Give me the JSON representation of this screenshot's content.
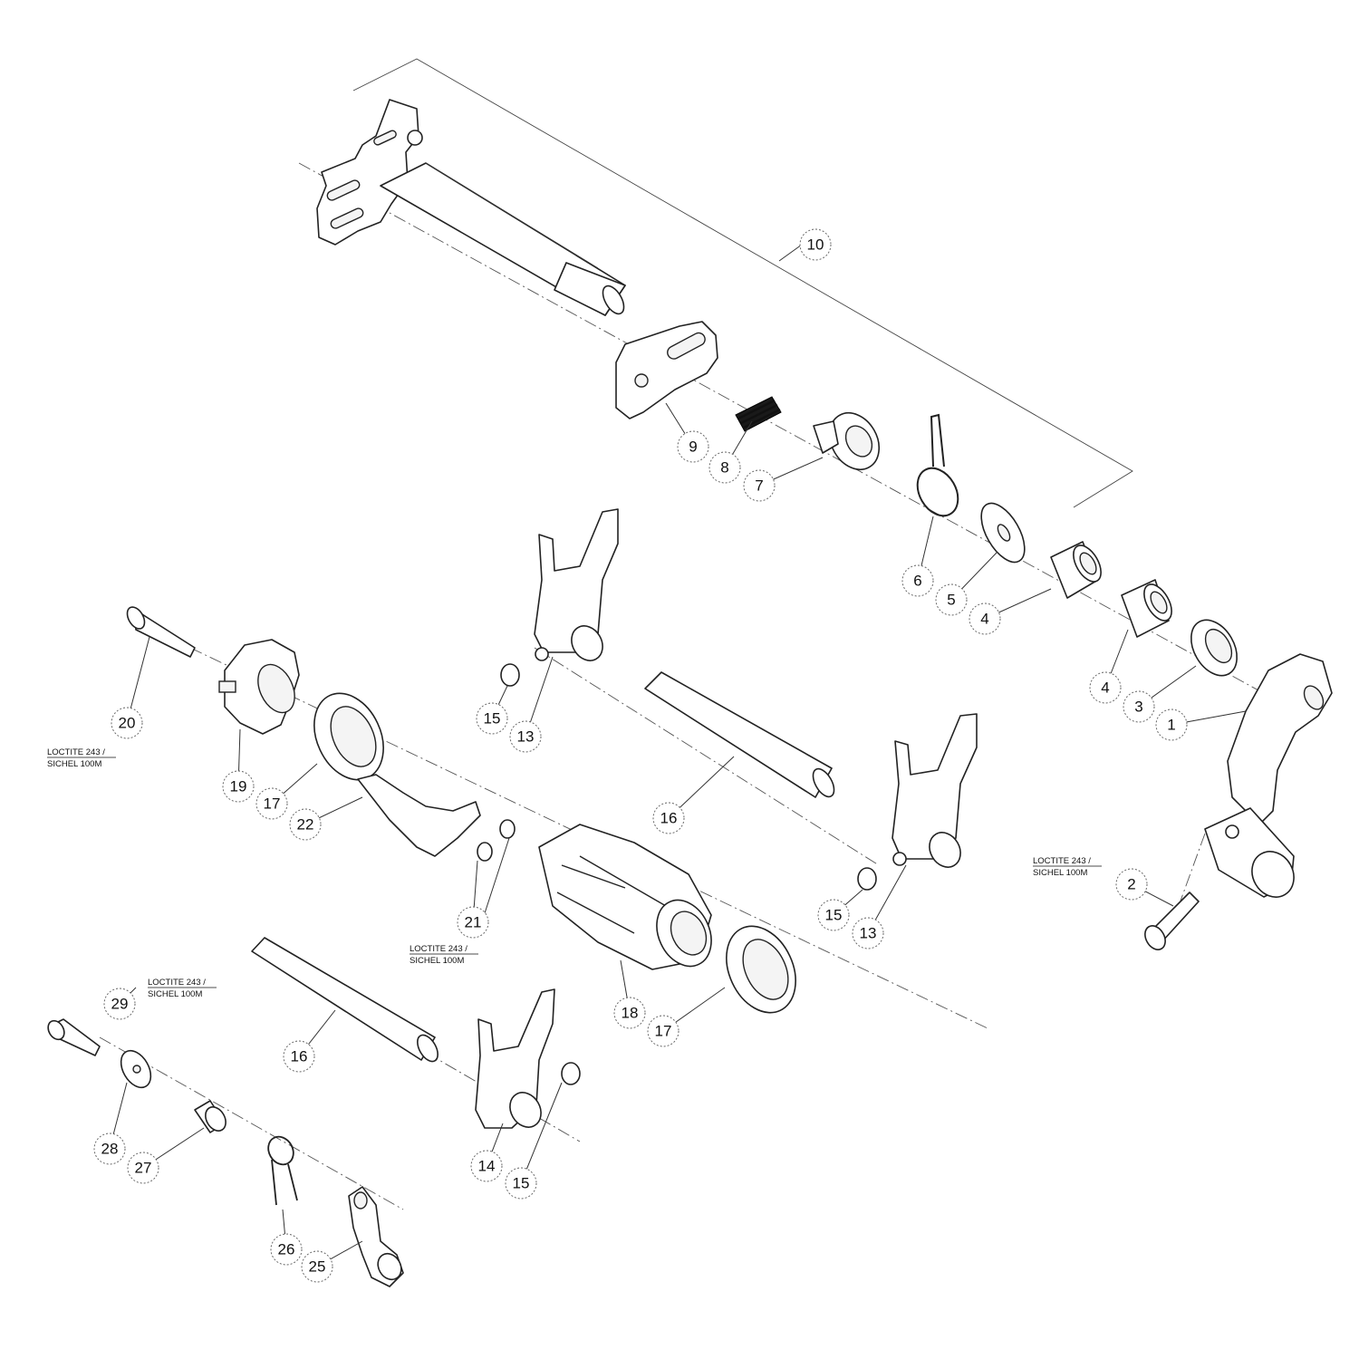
{
  "diagram": {
    "callouts": [
      {
        "id": "c10",
        "label": "10"
      },
      {
        "id": "c9",
        "label": "9"
      },
      {
        "id": "c8",
        "label": "8"
      },
      {
        "id": "c7",
        "label": "7"
      },
      {
        "id": "c6",
        "label": "6"
      },
      {
        "id": "c5",
        "label": "5"
      },
      {
        "id": "c4a",
        "label": "4"
      },
      {
        "id": "c4b",
        "label": "4"
      },
      {
        "id": "c3",
        "label": "3"
      },
      {
        "id": "c1",
        "label": "1"
      },
      {
        "id": "c2",
        "label": "2"
      },
      {
        "id": "c20",
        "label": "20"
      },
      {
        "id": "c19",
        "label": "19"
      },
      {
        "id": "c17a",
        "label": "17"
      },
      {
        "id": "c22",
        "label": "22"
      },
      {
        "id": "c15a",
        "label": "15"
      },
      {
        "id": "c13a",
        "label": "13"
      },
      {
        "id": "c16a",
        "label": "16"
      },
      {
        "id": "c21",
        "label": "21"
      },
      {
        "id": "c15b",
        "label": "15"
      },
      {
        "id": "c13b",
        "label": "13"
      },
      {
        "id": "c18",
        "label": "18"
      },
      {
        "id": "c17b",
        "label": "17"
      },
      {
        "id": "c29",
        "label": "29"
      },
      {
        "id": "c16b",
        "label": "16"
      },
      {
        "id": "c28",
        "label": "28"
      },
      {
        "id": "c27",
        "label": "27"
      },
      {
        "id": "c14",
        "label": "14"
      },
      {
        "id": "c15c",
        "label": "15"
      },
      {
        "id": "c26",
        "label": "26"
      },
      {
        "id": "c25",
        "label": "25"
      }
    ],
    "notes": [
      {
        "id": "n1",
        "line1": "LOCTITE 243 /",
        "line2": "SICHEL 100M"
      },
      {
        "id": "n2",
        "line1": "LOCTITE 243 /",
        "line2": "SICHEL 100M"
      },
      {
        "id": "n3",
        "line1": "LOCTITE 243 /",
        "line2": "SICHEL 100M"
      },
      {
        "id": "n4",
        "line1": "LOCTITE 243 /",
        "line2": "SICHEL 100M"
      }
    ]
  }
}
